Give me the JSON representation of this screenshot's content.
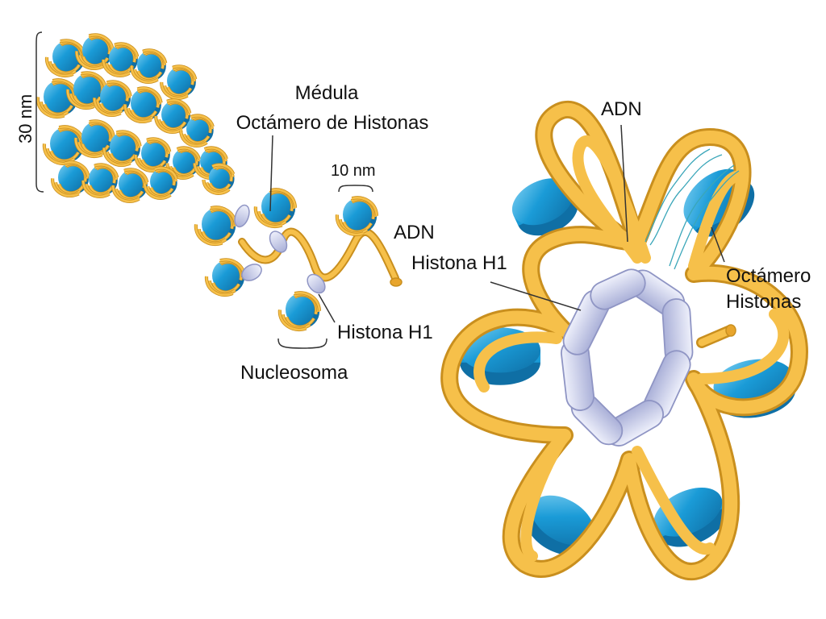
{
  "labels": {
    "scale_30nm": "30 nm",
    "medula": "Médula",
    "octamero_de_histonas": "Octámero de Histonas",
    "scale_10nm": "10 nm",
    "adn_left": "ADN",
    "histona_h1_mid": "Histona H1",
    "histona_h1_left": "Histona H1",
    "nucleosoma": "Nucleosoma",
    "adn_right": "ADN",
    "octamero_line1": "Octámero",
    "octamero_line2": "Histonas"
  },
  "colors": {
    "dna_fill": "#f6c04a",
    "dna_stroke": "#c98f1e",
    "histone_core": "#1a9bd7",
    "histone_core_dark": "#0f6fa5",
    "histone_core_light": "#7fd0f2",
    "h1_fill": "#c9cde8",
    "h1_stroke": "#8f95c4",
    "text": "#111111",
    "background": "#ffffff"
  }
}
